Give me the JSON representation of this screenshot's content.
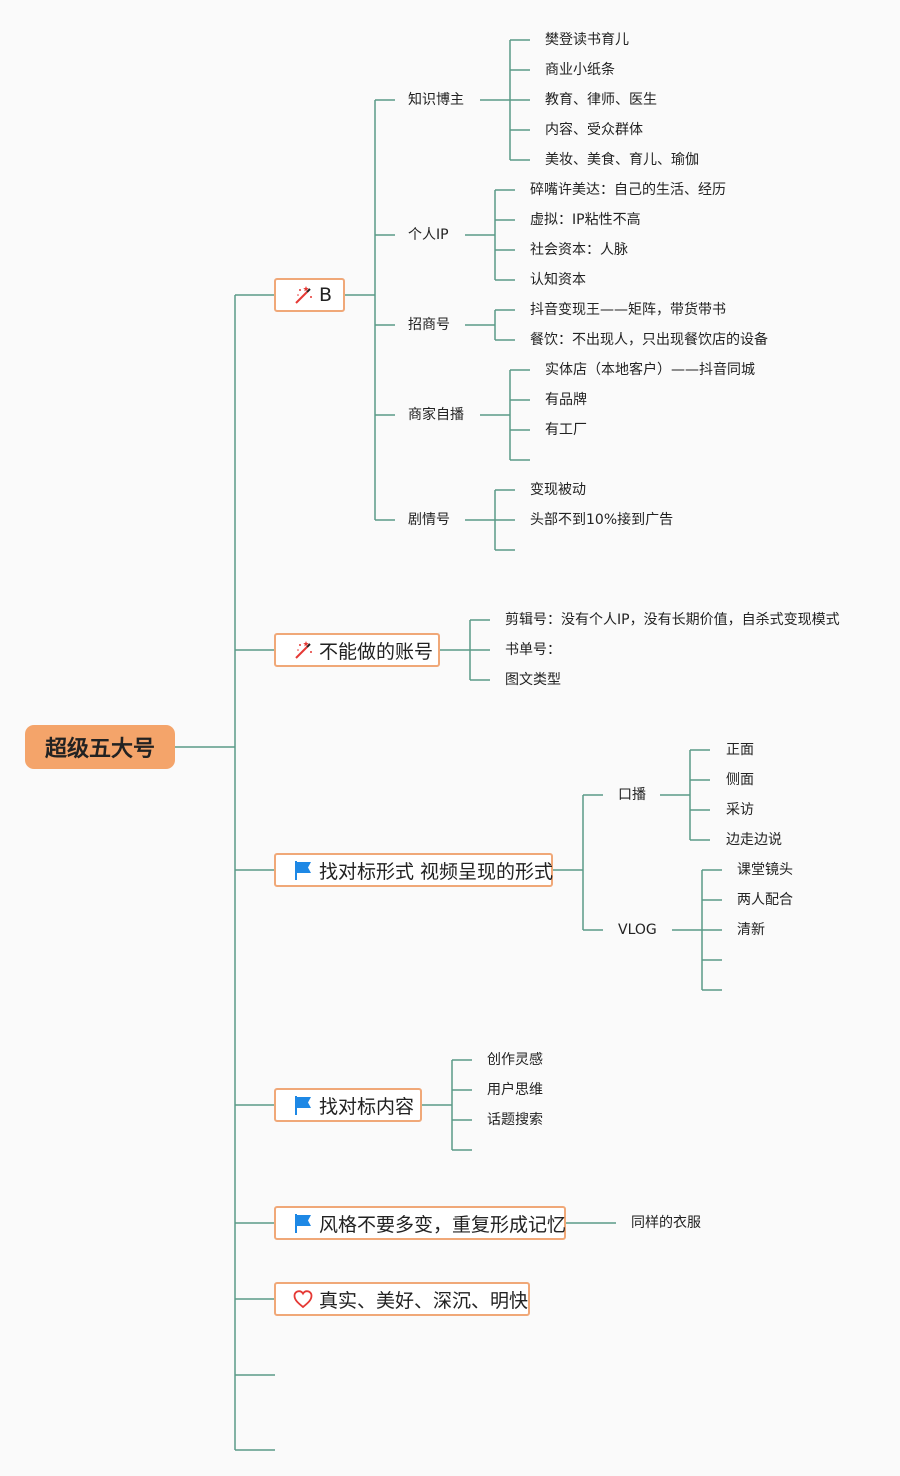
{
  "root": {
    "label": "超级五大号"
  },
  "branches": {
    "b": {
      "label": "B",
      "icon": "magic-wand-icon",
      "topics": {
        "zhishi": {
          "label": "知识博主",
          "leaves": [
            "樊登读书育儿",
            "商业小纸条",
            "教育、律师、医生",
            "内容、受众群体",
            "美妆、美食、育儿、瑜伽"
          ]
        },
        "geren": {
          "label": "个人IP",
          "leaves": [
            "碎嘴许美达：自己的生活、经历",
            "虚拟：IP粘性不高",
            "社会资本：人脉",
            "认知资本"
          ]
        },
        "zhaoshang": {
          "label": "招商号",
          "leaves": [
            "抖音变现王——矩阵，带货带书",
            "餐饮：不出现人，只出现餐饮店的设备"
          ]
        },
        "shangjia": {
          "label": "商家自播",
          "leaves": [
            "实体店（本地客户）——抖音同城",
            "有品牌",
            "有工厂"
          ]
        },
        "juqing": {
          "label": "剧情号",
          "leaves": [
            "变现被动",
            "头部不到10%接到广告"
          ]
        }
      }
    },
    "bunengzuo": {
      "label": "不能做的账号",
      "icon": "magic-wand-icon",
      "leaves": [
        "剪辑号：没有个人IP，没有长期价值，自杀式变现模式",
        "书单号：",
        "图文类型"
      ]
    },
    "xingshi": {
      "label": "找对标形式 视频呈现的形式",
      "icon": "blue-flag-icon",
      "topics": {
        "kobo": {
          "label": "口播",
          "leaves": [
            "正面",
            "侧面",
            "采访",
            "边走边说"
          ]
        },
        "vlog": {
          "label": "VLOG",
          "leaves": [
            "课堂镜头",
            "两人配合",
            "清新"
          ]
        }
      }
    },
    "neirong": {
      "label": "找对标内容",
      "icon": "blue-flag-icon",
      "leaves": [
        "创作灵感",
        "用户思维",
        "话题搜索"
      ]
    },
    "fengge": {
      "label": "风格不要多变，重复形成记忆",
      "icon": "blue-flag-icon",
      "leaves": [
        "同样的衣服"
      ]
    },
    "zhenshi": {
      "label": "真实、美好、深沉、明快",
      "icon": "heart-icon"
    }
  },
  "colors": {
    "line": "#5a9a87",
    "root_fill": "#f4a46a",
    "branch_border": "#f0a878",
    "flag": "#1e88e5",
    "wand": "#e53935"
  }
}
